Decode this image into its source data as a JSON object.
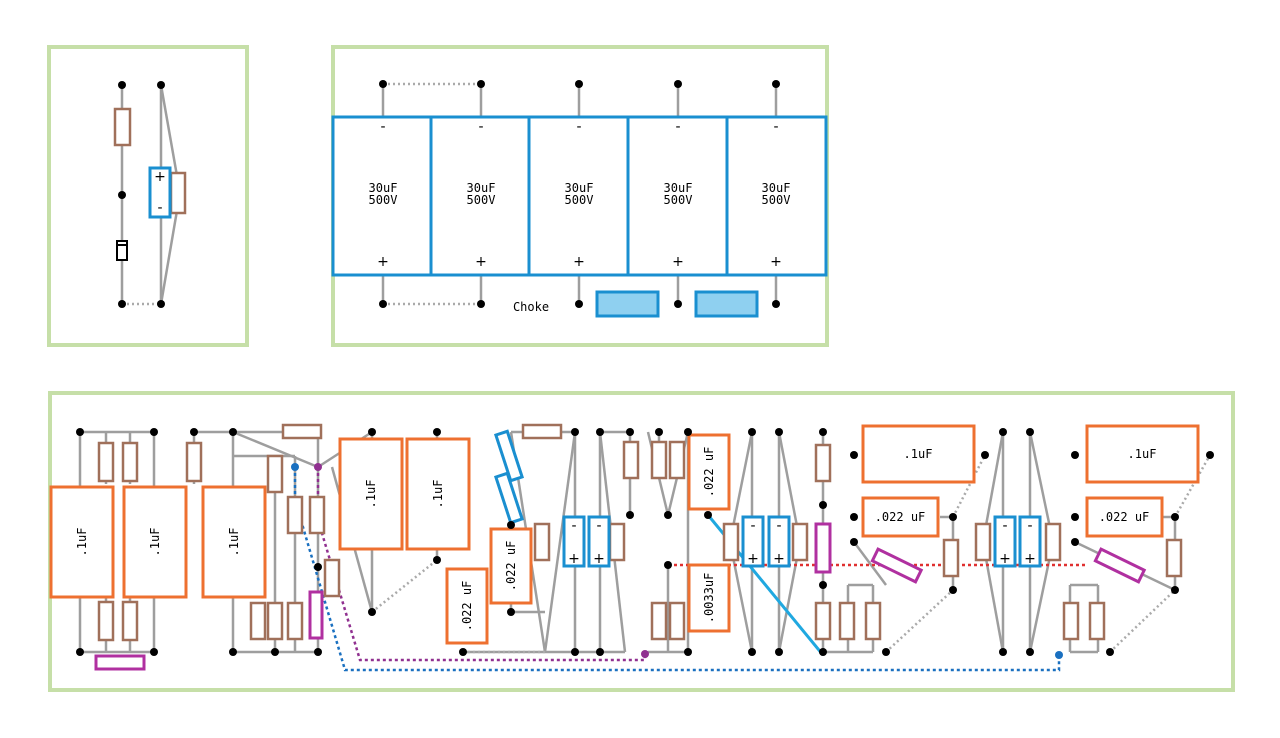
{
  "colors": {
    "board_border": "#c6dfa8",
    "wire": "#9e9e9e",
    "resistor": "#a0705a",
    "electrolytic": "#1a8fd0",
    "choke_fill": "#8fd0f0",
    "film_cap": "#ee7030",
    "pink_resistor": "#b030a0",
    "node": "#000000",
    "jumper_gray": "#aaaaaa",
    "jumper_purple": "#903090",
    "jumper_blue": "#1a70c0",
    "jumper_red": "#e03030",
    "link_cyan": "#20a8e0"
  },
  "power_board": {
    "cap_label_value": "30uF",
    "cap_label_voltage": "500V",
    "minus_symbol": "-",
    "plus_symbol": "+",
    "choke_label": "Choke"
  },
  "bias_board": {
    "plus_symbol": "+",
    "minus_symbol": "-"
  },
  "main_board": {
    "film_caps": [
      {
        "id": "c1",
        "label": ".1uF"
      },
      {
        "id": "c2",
        "label": ".1uF"
      },
      {
        "id": "c3",
        "label": ".1uF"
      },
      {
        "id": "c4",
        "label": ".1uF"
      },
      {
        "id": "c5",
        "label": ".1uF"
      },
      {
        "id": "c6",
        "label": ".022 uF"
      },
      {
        "id": "c7",
        "label": ".022 uF"
      },
      {
        "id": "c8",
        "label": ".022 uF"
      },
      {
        "id": "c9",
        "label": ".0033uF"
      },
      {
        "id": "c10",
        "label": ".1uF"
      },
      {
        "id": "c11",
        "label": ".022 uF"
      },
      {
        "id": "c12",
        "label": ".1uF"
      },
      {
        "id": "c13",
        "label": ".022 uF"
      }
    ],
    "minus_symbol": "-",
    "plus_symbol": "+"
  }
}
